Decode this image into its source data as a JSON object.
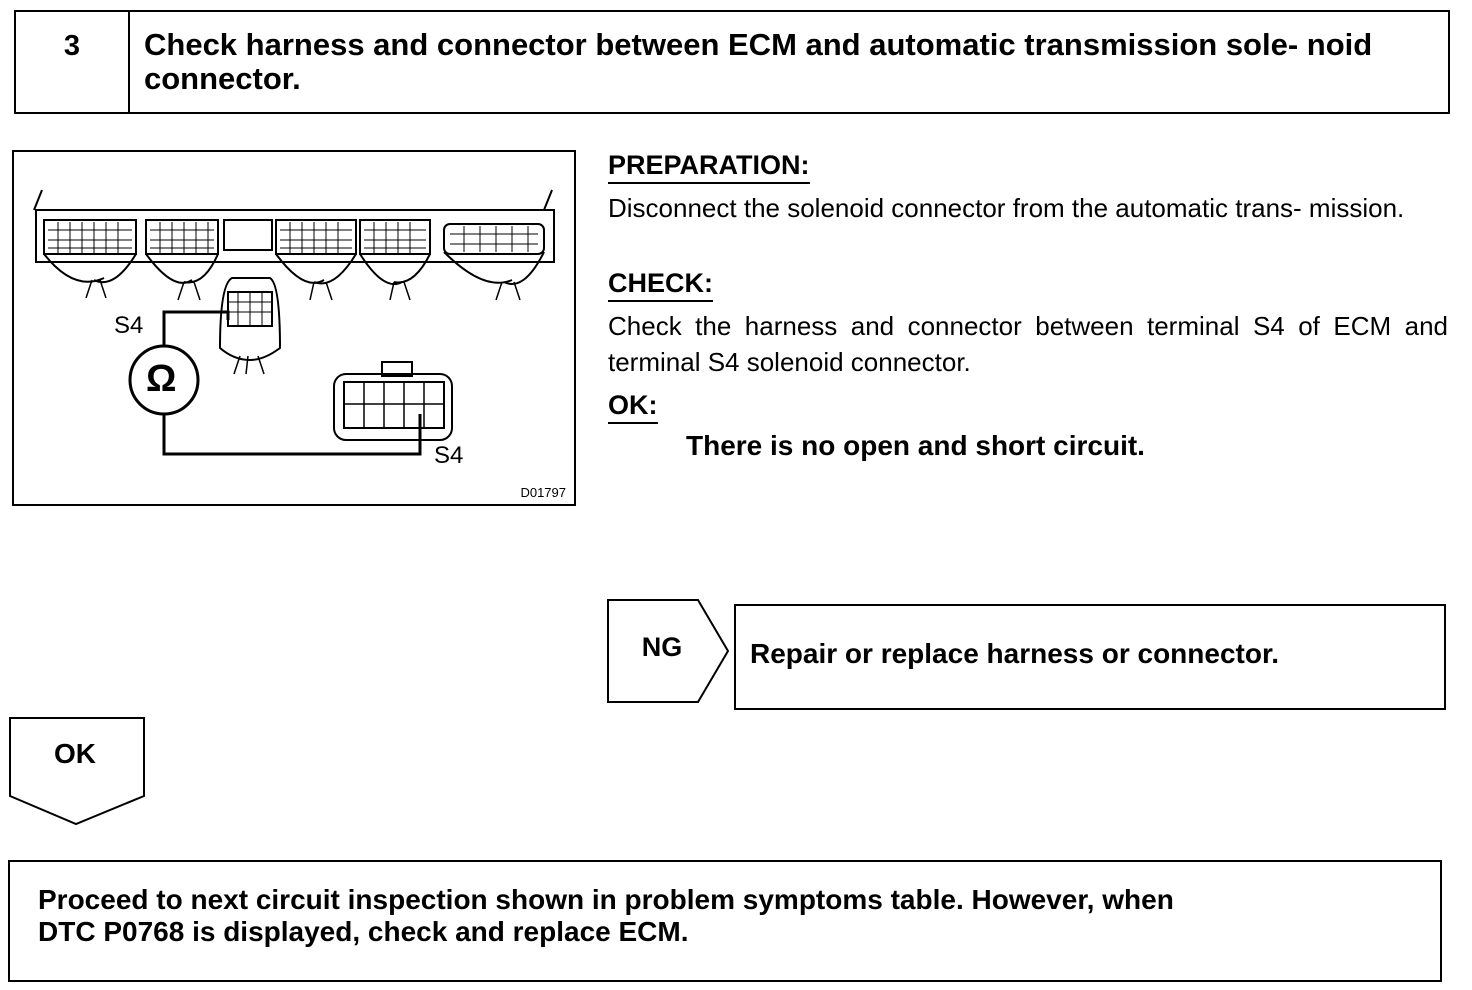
{
  "header": {
    "step_number": "3",
    "title": "Check harness and connector between ECM and automatic transmission sole- noid connector."
  },
  "figure": {
    "label_ecm_terminal": "S4",
    "label_solenoid_terminal": "S4",
    "meter_symbol": "Ω",
    "figure_code": "D01797",
    "icons": [
      "ecm-connector-icon",
      "ohmmeter-icon",
      "solenoid-connector-icon"
    ]
  },
  "preparation": {
    "heading": "PREPARATION:",
    "text": "Disconnect the solenoid connector from the automatic trans- mission."
  },
  "check": {
    "heading": "CHECK:",
    "text": "Check the harness and connector between terminal S4 of ECM and terminal S4 solenoid connector."
  },
  "ok_spec": {
    "heading": "OK:",
    "text": "There is no open and short circuit."
  },
  "ng_branch": {
    "label": "NG",
    "result": "Repair or replace harness or connector."
  },
  "ok_branch": {
    "label": "OK"
  },
  "next_step": {
    "text": "Proceed to next circuit inspection shown in problem symptoms table. However, when DTC P0768 is displayed, check and replace ECM."
  }
}
